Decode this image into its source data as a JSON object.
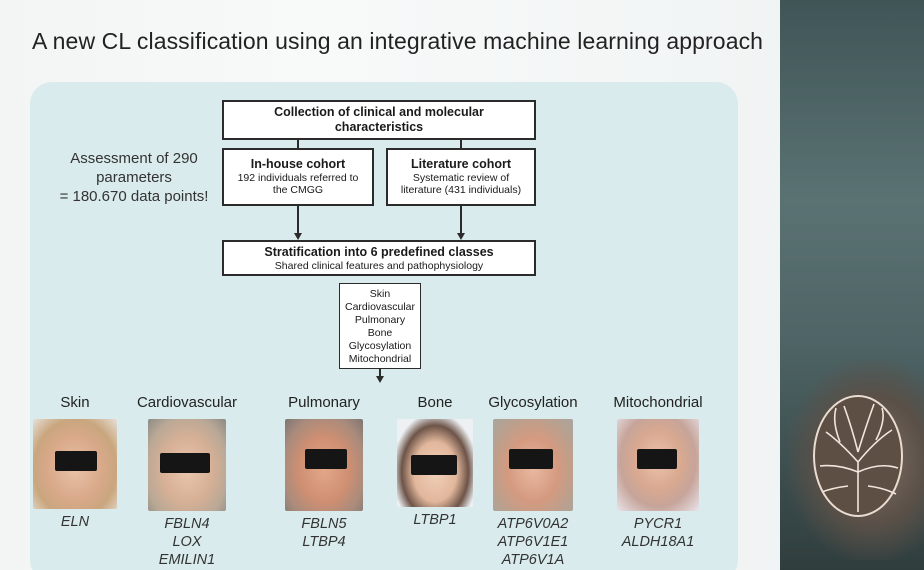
{
  "slide": {
    "title": "A new CL classification using an integrative machine learning approach"
  },
  "assessment": {
    "line1": "Assessment of 290",
    "line2": "parameters",
    "line3": "= 180.670 data points!"
  },
  "flow": {
    "collection": {
      "line1": "Collection of clinical and molecular",
      "line2": "characteristics"
    },
    "inhouse": {
      "title": "In-house cohort",
      "line1": "192 individuals referred to",
      "line2": "the CMGG"
    },
    "literature": {
      "title": "Literature cohort",
      "line1": "Systematic review of",
      "line2": "literature (431 individuals)"
    },
    "stratification": {
      "title": "Stratification into 6 predefined classes",
      "subtitle": "Shared clinical features and pathophysiology"
    },
    "classes": [
      "Skin",
      "Cardiovascular",
      "Pulmonary",
      "Bone",
      "Glycosylation",
      "Mitochondrial"
    ]
  },
  "columns": [
    {
      "name": "Skin",
      "genes": [
        "ELN"
      ]
    },
    {
      "name": "Cardiovascular",
      "genes": [
        "FBLN4",
        "LOX",
        "EMILIN1"
      ]
    },
    {
      "name": "Pulmonary",
      "genes": [
        "FBLN5",
        "LTBP4"
      ]
    },
    {
      "name": "Bone",
      "genes": [
        "LTBP1"
      ]
    },
    {
      "name": "Glycosylation",
      "genes": [
        "ATP6V0A2",
        "ATP6V1E1",
        "ATP6V1A"
      ]
    },
    {
      "name": "Mitochondrial",
      "genes": [
        "PYCR1",
        "ALDH18A1"
      ]
    }
  ],
  "colors": {
    "panel": "#d9ebec",
    "box_border": "#2b2b2b",
    "censor_bar": "#151515"
  }
}
